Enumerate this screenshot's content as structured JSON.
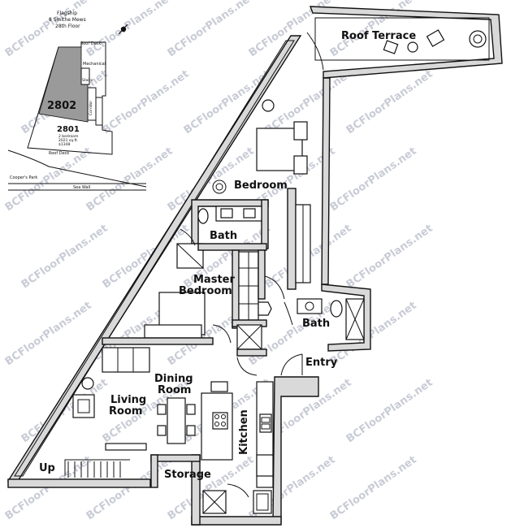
{
  "key_plan": {
    "building": "Flagship",
    "address": "8 Smithe Mews",
    "floor": "28th Floor",
    "unit_highlight": "2802",
    "unit_other": "2801",
    "other_desc_1": "2 bedroom",
    "other_desc_2": "2021 sq.ft.",
    "other_desc_3": "$1348",
    "label_roof_deck_top": "Roof Deck",
    "label_roof_deck_bottom": "Roof Deck",
    "label_mechanical": "Mechanical",
    "label_stairs": "Stairs",
    "label_corridor": "Corridor",
    "label_park": "Cooper's Park",
    "label_seawall": "Sea Wall"
  },
  "rooms": {
    "roof_terrace": "Roof Terrace",
    "bedroom": "Bedroom",
    "bath_upper": "Bath",
    "master_bedroom_line1": "Master",
    "master_bedroom_line2": "Bedroom",
    "bath_lower": "Bath",
    "entry": "Entry",
    "dining_line1": "Dining",
    "dining_line2": "Room",
    "living_line1": "Living",
    "living_line2": "Room",
    "kitchen": "Kitchen",
    "storage": "Storage",
    "up": "Up"
  },
  "watermark": "BCFloorPlans.net",
  "colors": {
    "wall": "#d9d9d9",
    "line": "#111111",
    "watermark": "#c9ccd6"
  }
}
